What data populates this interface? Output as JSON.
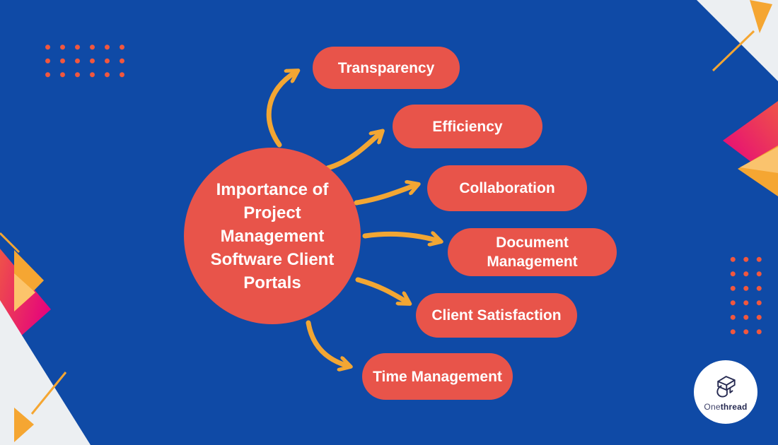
{
  "page": {
    "background_color": "#0F4AA6",
    "title": "Importance of Project Management Software Client Portals"
  },
  "mindmap": {
    "center": {
      "label": "Importance of Project Management Software Client Portals",
      "label_lines": [
        "Importance of",
        "Project",
        "Management",
        "Software Client",
        "Portals"
      ],
      "color": "#E8544A"
    },
    "branches": [
      {
        "label": "Transparency"
      },
      {
        "label": "Efficiency"
      },
      {
        "label": "Collaboration"
      },
      {
        "label": "Document Management"
      },
      {
        "label": "Client Satisfaction"
      },
      {
        "label": "Time Management"
      }
    ],
    "node_color": "#E8544A",
    "text_color": "#FFFFFF",
    "arrow_color": "#F2A633"
  },
  "branding": {
    "logo_text_regular": "One",
    "logo_text_bold": "thread",
    "logo_icon": "onethread-3d-box-icon",
    "badge_color": "#FFFFFF",
    "logo_ink_color": "#272B52"
  },
  "decor": {
    "dot_color": "#F2573D",
    "accent_orange": "#F5A632",
    "accent_magenta": "#E5027D",
    "accent_red": "#EF5348",
    "corner_gray": "#ECEFF2"
  }
}
